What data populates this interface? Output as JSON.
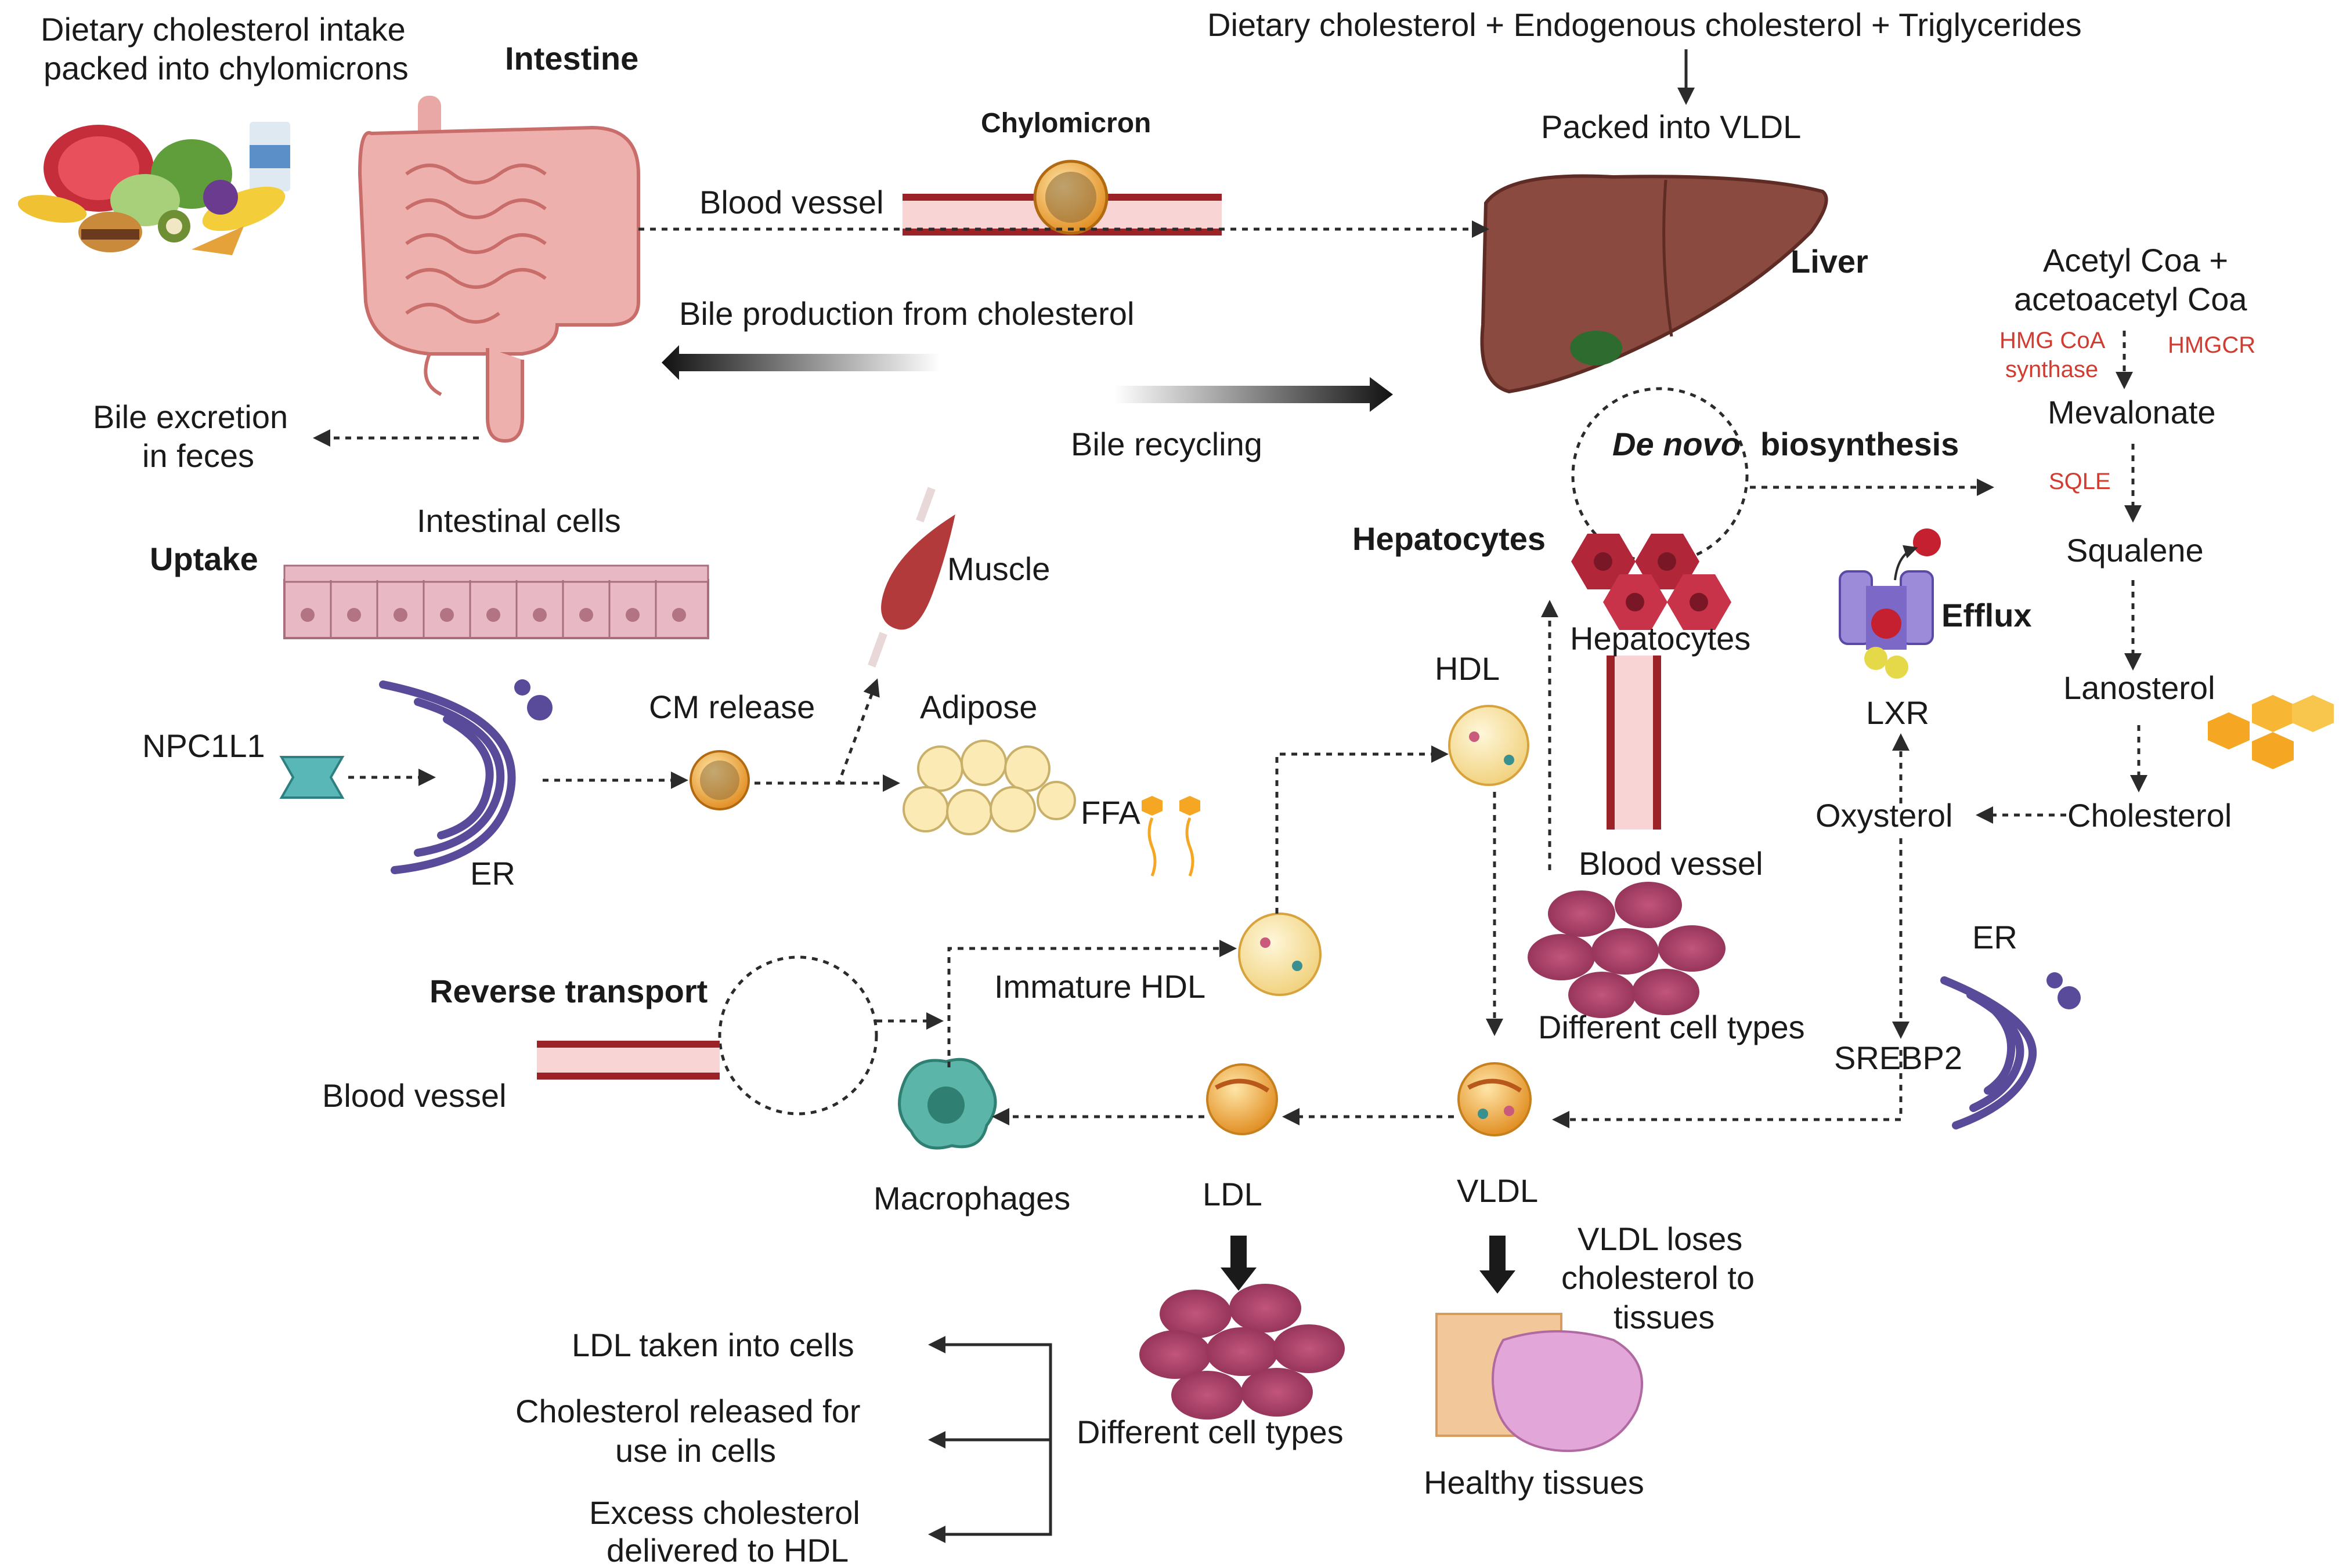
{
  "labels": {
    "dietary_intake_line1": "Dietary cholesterol intake",
    "dietary_intake_line2": "packed into chylomicrons",
    "intestine": "Intestine",
    "chylomicron": "Chylomicron",
    "blood_vessel_top": "Blood vessel",
    "dietary_top": "Dietary cholesterol + Endogenous cholesterol + Triglycerides",
    "packed_vldl": "Packed into VLDL",
    "liver": "Liver",
    "bile_production": "Bile production from cholesterol",
    "bile_recycling": "Bile recycling",
    "bile_excretion_line1": "Bile excretion",
    "bile_excretion_line2": "in feces",
    "de_novo": "De novo",
    "biosynthesis": "biosynthesis",
    "hepatocytes_bold": "Hepatocytes",
    "hepatocytes": "Hepatocytes",
    "uptake": "Uptake",
    "intestinal_cells": "Intestinal cells",
    "muscle": "Muscle",
    "npc1l1": "NPC1L1",
    "er_left": "ER",
    "cm_release": "CM release",
    "adipose": "Adipose",
    "ffa": "FFA",
    "hdl": "HDL",
    "blood_vessel_mid": "Blood vessel",
    "different_cell_types_mid": "Different cell types",
    "reverse_transport": "Reverse transport",
    "immature_hdl": "Immature HDL",
    "blood_vessel_left": "Blood vessel",
    "macrophages": "Macrophages",
    "ldl": "LDL",
    "vldl": "VLDL",
    "acetyl_line1": "Acetyl Coa +",
    "acetyl_line2": "acetoacetyl Coa",
    "hmg_synthase_line1": "HMG CoA",
    "hmg_synthase_line2": "synthase",
    "hmgcr": "HMGCR",
    "mevalonate": "Mevalonate",
    "sqle": "SQLE",
    "squalene": "Squalene",
    "efflux": "Efflux",
    "lxr": "LXR",
    "lanosterol": "Lanosterol",
    "oxysterol": "Oxysterol",
    "cholesterol": "Cholesterol",
    "er_right": "ER",
    "srebp2": "SREBP2",
    "vldl_loses_line1": "VLDL loses",
    "vldl_loses_line2": "cholesterol to",
    "vldl_loses_line3": "tissues",
    "healthy_tissues": "Healthy tissues",
    "different_cell_types_bottom": "Different cell types",
    "ldl_taken": "LDL taken into cells",
    "chol_released_line1": "Cholesterol released for",
    "chol_released_line2": "use in cells",
    "excess_line1": "Excess cholesterol",
    "excess_line2": "delivered to HDL"
  },
  "colors": {
    "enzyme_text": "#d23b2f",
    "liver": "#8b4a3f",
    "intestine": "#e9a3a0",
    "er": "#5a4a9a",
    "lipoprotein": "#e8a33c",
    "cell": "#b8466a",
    "vessel": "#9b2226"
  }
}
